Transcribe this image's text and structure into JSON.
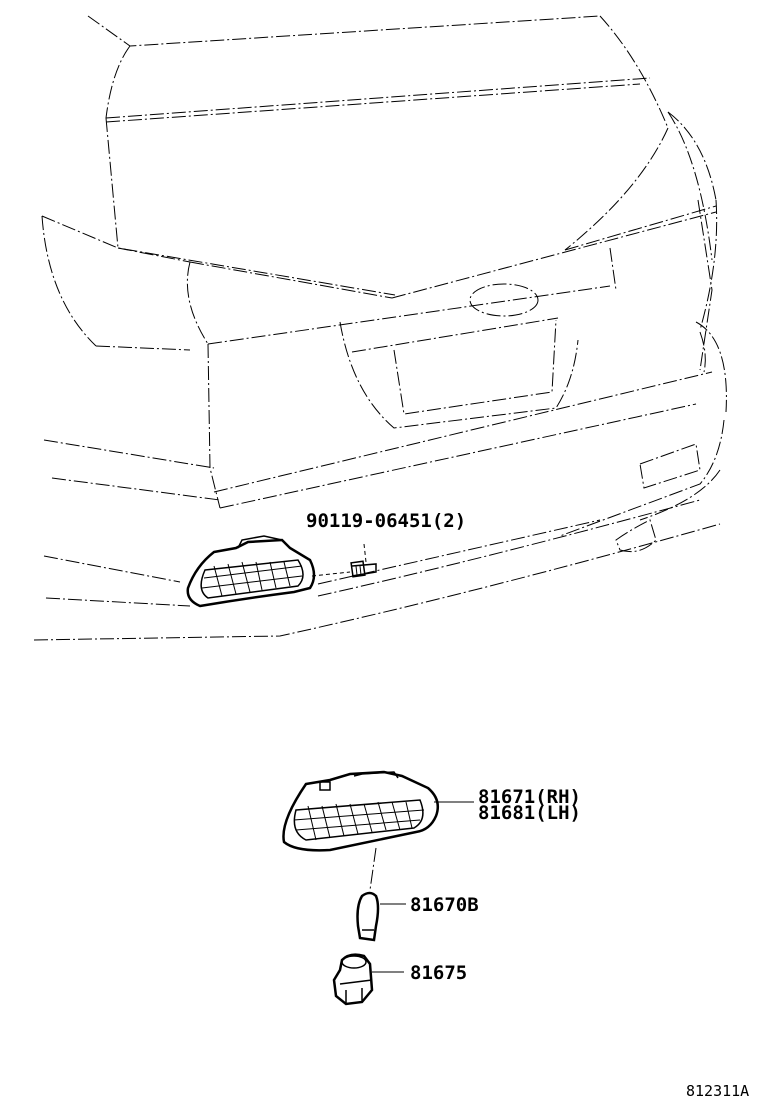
{
  "parts": [
    {
      "id": "bolt",
      "number": "90119-06451(2)"
    },
    {
      "id": "lamp_rh",
      "number": "81671(RH)"
    },
    {
      "id": "lamp_lh",
      "number": "81681(LH)"
    },
    {
      "id": "bulb",
      "number": "81670B"
    },
    {
      "id": "socket",
      "number": "81675"
    }
  ],
  "figure_code": "812311A",
  "colors": {
    "line": "#000000",
    "background": "#ffffff"
  }
}
